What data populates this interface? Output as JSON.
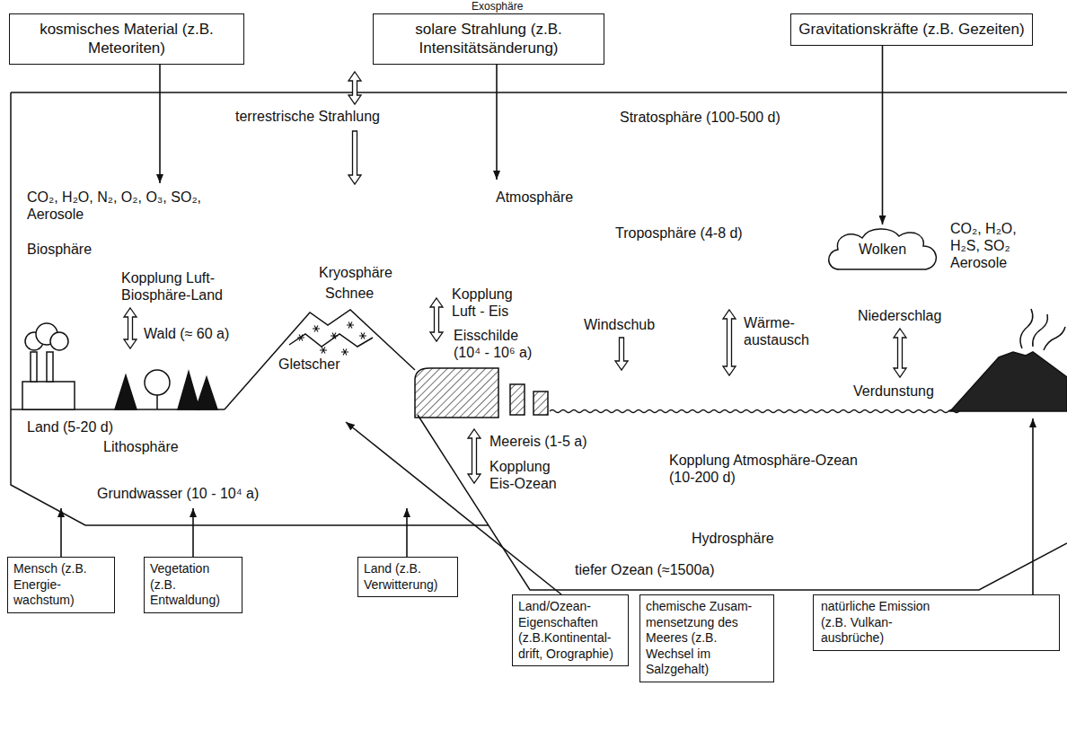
{
  "diagram": {
    "nodes": [
      {
        "text": [
          "kosmisches Material (z.B. Meteoriten)"
        ]
      },
      {
        "text": [
          "solare Strahlung (z.B. Intensitätsänderung)"
        ]
      },
      {
        "text": [
          "Gravitationskräfte (z.B. Gezeiten)"
        ]
      },
      {
        "text": [
          "Wolken"
        ]
      },
      {
        "text": [
          "Mensch (z.B. Energie- wachstum)"
        ]
      },
      {
        "text": [
          "Vegetation (z.B. Entwaldung)"
        ]
      },
      {
        "text": [
          "Land (z.B. Verwitterung)"
        ]
      },
      {
        "text": [
          "Land/Ozean- Eigenschaften (z.B.Kontinental- drift, Orographie)"
        ]
      },
      {
        "text": [
          "chemische Zusam- mensetzung des Meeres (z.B. Wechsel im Salzgehalt)"
        ]
      },
      {
        "text": [
          "natürliche Emission (z.B. Vulkan- ausbrüche)"
        ]
      }
    ],
    "edges": [
      {
        "from": 2,
        "to": 3,
        "arrow": "to"
      }
    ],
    "labels": [
      "Exosphäre",
      "terrestrische Strahlung",
      "Stratosphäre (100-500 d)",
      "CO₂, H₂O, N₂, O₂, O₃, SO₂, Aerosole",
      "Atmosphäre",
      "Troposphäre (4-8 d)",
      "CO₂, H₂O, H₂S, SO₂ Aerosole",
      "Biosphäre",
      "Kryosphäre",
      "Schnee",
      "Kopplung Luft-Biosphäre-Land",
      "Wald (≈ 60 a)",
      "Kopplung Luft - Eis",
      "Eisschilde (10⁴ - 10⁶ a)",
      "Gletscher",
      "Windschub",
      "Wärme- austausch",
      "Niederschlag",
      "Verdunstung",
      "Land (5-20 d)",
      "Lithosphäre",
      "Meereis (1-5 a)",
      "Kopplung Eis-Ozean",
      "Kopplung Atmosphäre-Ozean (10-200 d)",
      "Grundwasser (10 - 10⁴ a)",
      "Hydrosphäre",
      "tiefer Ozean (≈1500a)"
    ]
  }
}
